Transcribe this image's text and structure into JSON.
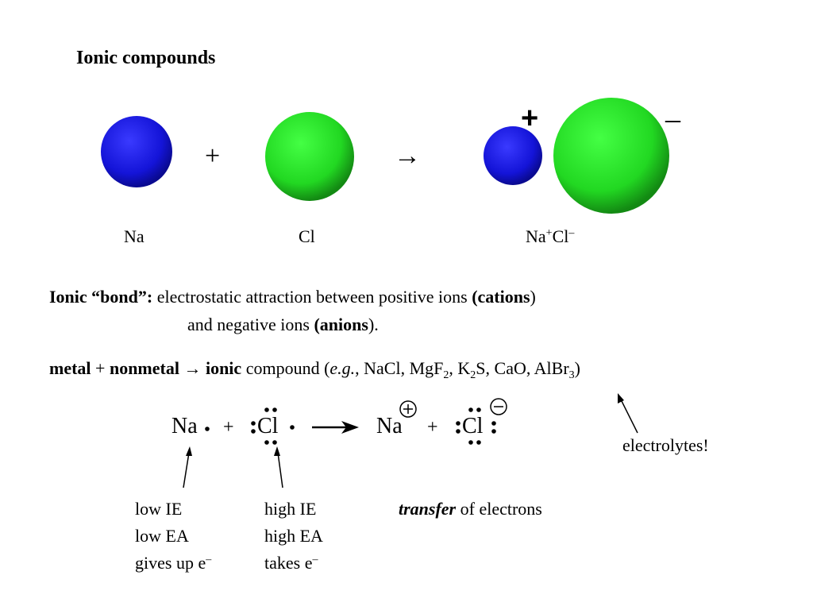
{
  "title": "Ionic compounds",
  "reaction_symbols": {
    "plus": "+",
    "arrow": "→",
    "cation_charge": "+",
    "anion_charge": "–"
  },
  "labels": {
    "na": "Na",
    "cl": "Cl",
    "product_na": "Na",
    "product_plus": "+",
    "product_cl": "Cl",
    "product_minus": "–"
  },
  "definition": {
    "term": "Ionic “bond”:",
    "line1_pre": "electrostatic attraction between positive ions ",
    "line1_paren_open": "(",
    "line1_bold": "cations",
    "line1_paren_close": ")",
    "line2_pre": "and negative ions ",
    "line2_paren_open": "(",
    "line2_bold": "anions",
    "line2_paren_close": ")."
  },
  "metal_line": {
    "metal": "metal",
    "plus": " + ",
    "nonmetal": "nonmetal",
    "arrow": " → ",
    "ionic": "ionic",
    "compound": " compound (",
    "eg": "e.g.",
    "list_a": ", NaCl, MgF",
    "sub2a": "2",
    "list_b": ", K",
    "sub2b": "2",
    "list_c": "S, CaO, AlBr",
    "sub3": "3",
    "close": ")"
  },
  "lewis": {
    "na": "Na",
    "plus1": "+",
    "cl": "Cl",
    "na_ion": "Na",
    "plus2": "+",
    "cl_ion": "Cl"
  },
  "electrolytes": "electrolytes!",
  "notes": {
    "na_props": [
      "low IE",
      "low EA",
      "gives up e"
    ],
    "cl_props": [
      "high IE",
      "high EA",
      "takes e"
    ],
    "electron_sup": "–",
    "transfer_bold": "transfer",
    "transfer_rest": " of electrons"
  },
  "colors": {
    "sodium": "#1a1adf",
    "chlorine": "#22dd22"
  }
}
